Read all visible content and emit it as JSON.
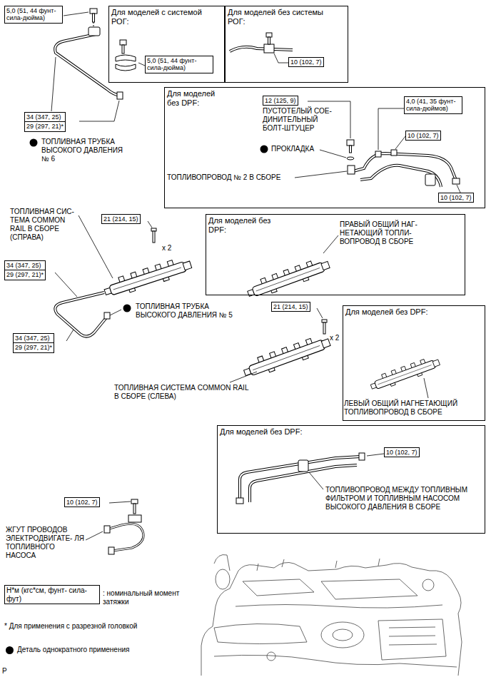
{
  "diagram": {
    "nodes": [
      {
        "text": [
          "5,0 (51, 44 фунт- сила-дюйма)"
        ]
      },
      {
        "text": [
          "Для моделей с системой РОГ:"
        ]
      },
      {
        "text": [
          "5,0 (51, 44 фунт- сила-дюйма)"
        ],
        "in": 1
      },
      {
        "text": [
          "Для моделей без системы РОГ:"
        ]
      },
      {
        "text": [
          "10 (102, 7)"
        ],
        "in": 3
      },
      {
        "text": [
          "34 (347, 25)",
          "29 (297, 21)*"
        ]
      },
      {
        "text": [
          "Для моделей без DPF:"
        ]
      },
      {
        "text": [
          "12 (125, 9)"
        ],
        "in": 6
      },
      {
        "text": [
          "4,0 (41, 35 фунт- сила-дюймов)"
        ],
        "in": 6
      },
      {
        "text": [
          "10 (102, 7)"
        ],
        "in": 6
      },
      {
        "text": [
          "10 (102, 7)"
        ],
        "in": 6
      },
      {
        "text": [
          "21 (214, 15)"
        ]
      },
      {
        "text": [
          "34 (347, 25)",
          "29 (297, 21)*"
        ]
      },
      {
        "text": [
          "Для моделей без DPF:"
        ]
      },
      {
        "text": [
          "21 (214, 15)"
        ]
      },
      {
        "text": [
          "34 (347, 25)",
          "29 (297, 21)*"
        ]
      },
      {
        "text": [
          "Для моделей без DPF:"
        ]
      },
      {
        "text": [
          "Для моделей без DPF:"
        ]
      },
      {
        "text": [
          "10 (102, 7)"
        ],
        "in": 17
      },
      {
        "text": [
          "10 (102, 7)"
        ]
      },
      {
        "text": [
          "Н*м (кгс*см, фунт- сила-фут)"
        ]
      }
    ],
    "labels": [
      "ТОПЛИВНАЯ ТРУБКА ВЫСОКОГО ДАВЛЕНИЯ № 6",
      "ПУСТОТЕЛЫЙ СОЕ- ДИНИТЕЛЬНЫЙ БОЛТ-ШТУЦЕР",
      "ПРОКЛАДКА",
      "ТОПЛИВОПРОВОД № 2 В СБОРЕ",
      "ТОПЛИВНАЯ СИС- ТЕМА COMMON RAIL В СБОРЕ (СПРАВА)",
      "x 2",
      "ПРАВЫЙ ОБЩИЙ НАГ- НЕТАЮЩИЙ ТОПЛИ- ВОПРОВОД В СБОРЕ",
      "ТОПЛИВНАЯ ТРУБКА ВЫСОКОГО ДАВЛЕНИЯ № 5",
      "x 2",
      "ТОПЛИВНАЯ СИСТЕМА COMMON RAIL В СБОРЕ (СЛЕВА)",
      "ЛЕВЫЙ ОБЩИЙ НАГНЕТАЮЩИЙ ТОПЛИВОПРОВОД В СБОРЕ",
      "ТОПЛИВОПРОВОД МЕЖДУ ТОПЛИВНЫМ ФИЛЬТРОМ И ТОПЛИВНЫМ НАСОСОМ ВЫСОКОГО ДАВЛЕНИЯ В СБОРЕ",
      "ЖГУТ ПРОВОДОВ ЭЛЕКТРОДВИГАТЕ- ЛЯ ТОПЛИВНОГО НАСОСА",
      ": номинальный момент затяжки",
      "* Для применения с разрезной головкой",
      "P"
    ],
    "legend": [
      {
        "text": "Деталь однократного применения"
      }
    ]
  }
}
